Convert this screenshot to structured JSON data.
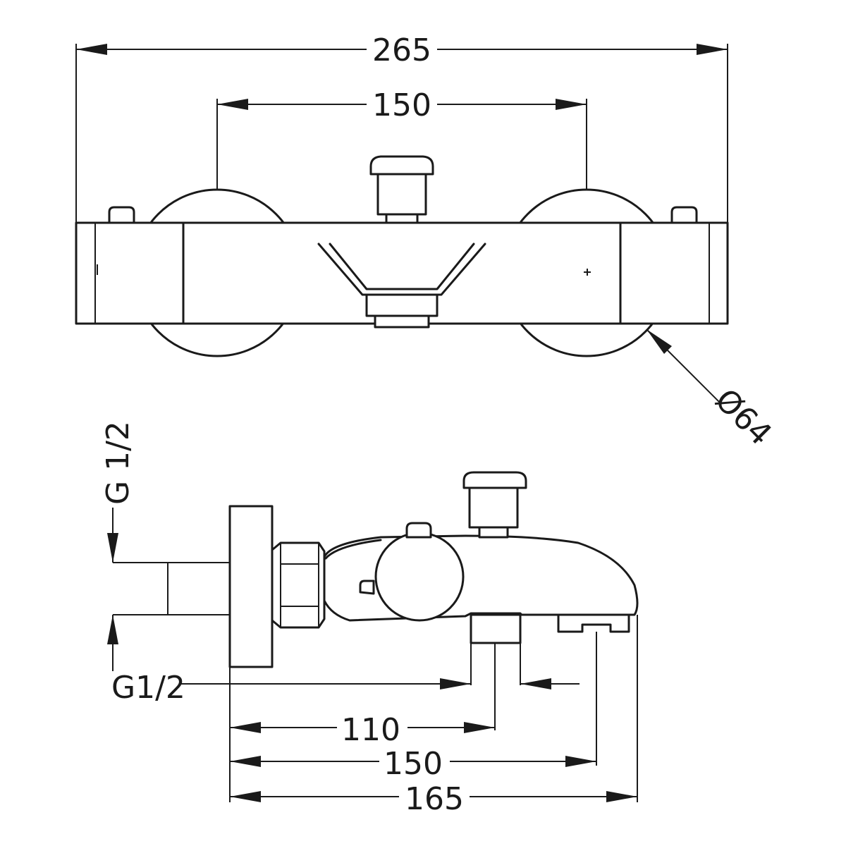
{
  "dimensions": {
    "top_overall_width": "265",
    "top_wall_centres": "150",
    "top_rosette_diameter": "Ø64",
    "side_inlet_thread_top": "G 1/2",
    "side_outlet_thread": "G1/2",
    "side_depth_110": "110",
    "side_depth_150": "150",
    "side_depth_165": "165"
  },
  "colors": {
    "line": "#1a1a1a",
    "background": "#ffffff"
  }
}
